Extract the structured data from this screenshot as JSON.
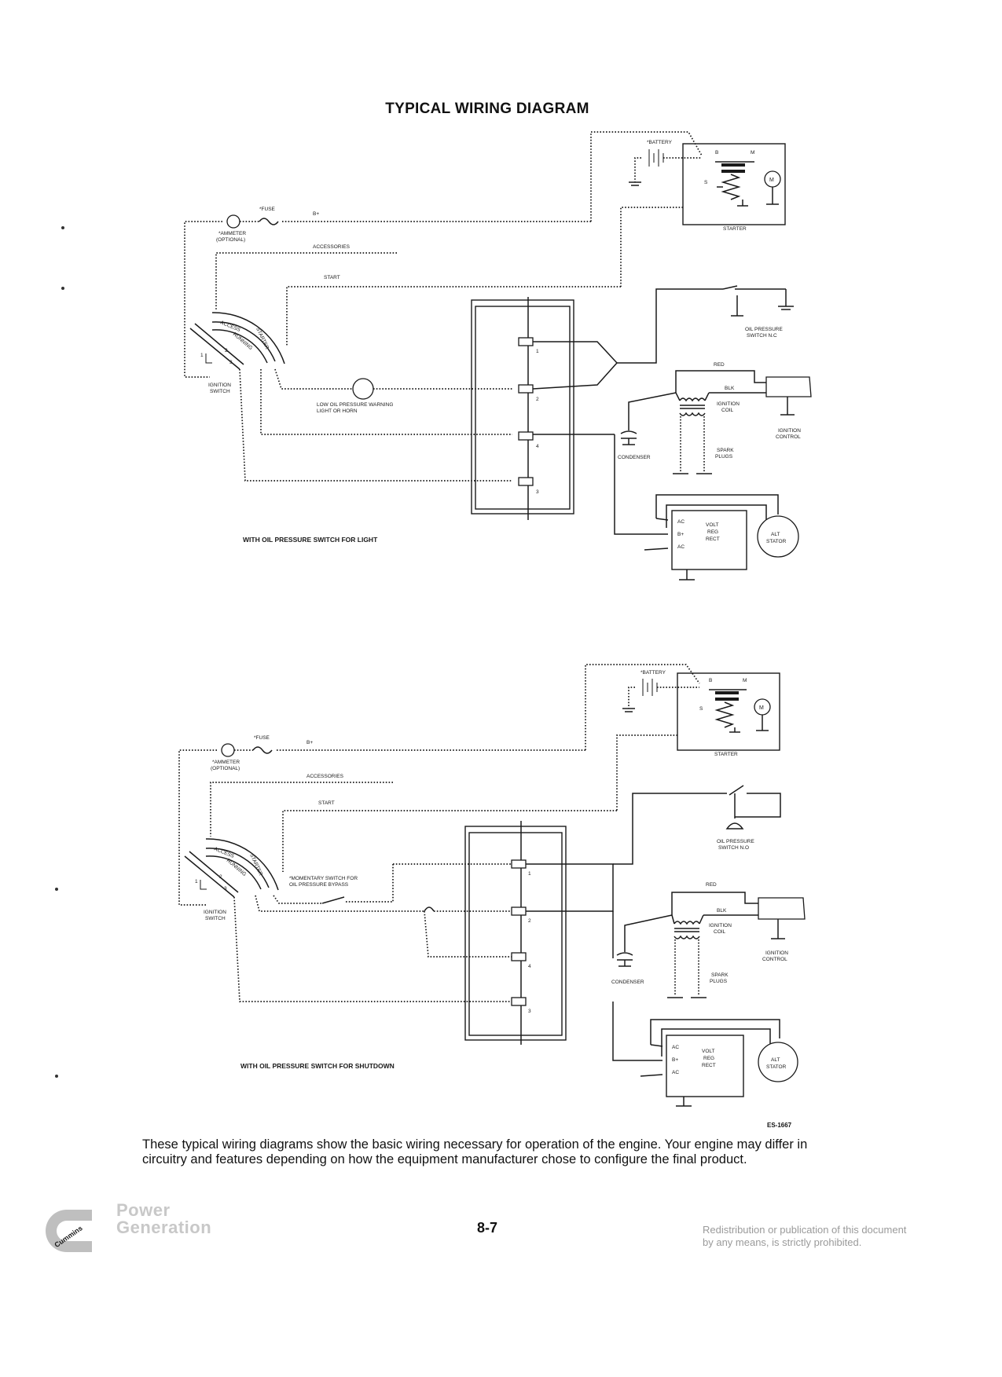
{
  "page": {
    "title": "TYPICAL WIRING DIAGRAM",
    "doc_code": "ES-1667",
    "page_number": "8-7",
    "note": "These typical wiring diagrams show the basic wiring necessary for operation of the engine. Your engine may differ in circuitry and features depending on how the equipment manufacturer chose to configure the final product.",
    "redistribution": [
      "Redistribution or publication of this document",
      "by any means, is strictly prohibited."
    ],
    "brand": [
      "Power",
      "Generation"
    ],
    "logo_text": "Cummins"
  },
  "diagram_top": {
    "caption": "WITH OIL PRESSURE SWITCH FOR LIGHT",
    "battery": "*BATTERY",
    "starter": "STARTER",
    "starter_b": "B",
    "starter_m": "M",
    "starter_s": "S",
    "motor": "M",
    "fuse": "*FUSE",
    "bplus": "B+",
    "ammeter": [
      "*AMMETER",
      "(OPTIONAL)"
    ],
    "accessories": "ACCESSORIES",
    "start": "START",
    "ignition_switch": [
      "IGNITION",
      "SWITCH"
    ],
    "switch_access": "ACCESS",
    "switch_starter": "STARTER",
    "switch_running": "RUNNING",
    "low_oil": [
      "LOW OIL PRESSURE WARNING",
      "LIGHT OR HORN"
    ],
    "oil_switch": [
      "OIL PRESSURE",
      "SWITCH N.C"
    ],
    "red": "RED",
    "blk": "BLK",
    "ignition_coil": [
      "IGNITION",
      "COIL"
    ],
    "ignition_control": [
      "IGNITION",
      "CONTROL"
    ],
    "spark_plugs": [
      "SPARK",
      "PLUGS"
    ],
    "condenser": "CONDENSER",
    "ac": "AC",
    "bplus_reg": "B+",
    "vrr": [
      "VOLT",
      "REG",
      "RECT"
    ],
    "alt": [
      "ALT",
      "STATOR"
    ],
    "pins": [
      "1",
      "2",
      "4",
      "3"
    ]
  },
  "diagram_bottom": {
    "caption": "WITH OIL PRESSURE SWITCH FOR SHUTDOWN",
    "battery": "*BATTERY",
    "starter": "STARTER",
    "starter_b": "B",
    "starter_m": "M",
    "starter_s": "S",
    "motor": "M",
    "fuse": "*FUSE",
    "bplus": "B+",
    "ammeter": [
      "*AMMETER",
      "(OPTIONAL)"
    ],
    "accessories": "ACCESSORIES",
    "start": "START",
    "ignition_switch": [
      "IGNITION",
      "SWITCH"
    ],
    "switch_access": "ACCESS",
    "switch_starter": "STARTER",
    "switch_running": "RUNNING",
    "momentary": [
      "*MOMENTARY SWITCH FOR",
      "OIL PRESSURE BYPASS"
    ],
    "oil_switch": [
      "OIL PRESSURE",
      "SWITCH N.O"
    ],
    "red": "RED",
    "blk": "BLK",
    "ignition_coil": [
      "IGNITION",
      "COIL"
    ],
    "ignition_control": [
      "IGNITION",
      "CONTROL"
    ],
    "spark_plugs": [
      "SPARK",
      "PLUGS"
    ],
    "condenser": "CONDENSER",
    "ac": "AC",
    "bplus_reg": "B+",
    "vrr": [
      "VOLT",
      "REG",
      "RECT"
    ],
    "alt": [
      "ALT",
      "STATOR"
    ],
    "pins": [
      "1",
      "2",
      "4",
      "3"
    ]
  }
}
